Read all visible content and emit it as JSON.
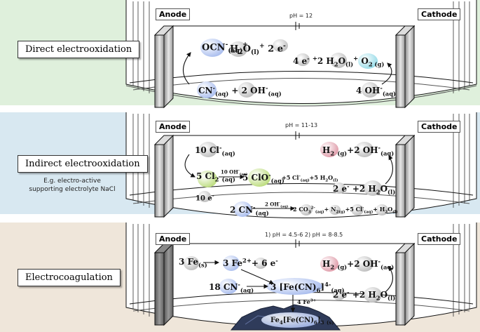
{
  "colors": {
    "panel1_bg": "#dff0dc",
    "panel2_bg": "#d8e8f1",
    "panel3_bg": "#efe6da",
    "blue_bubble": "#b9c9ee",
    "green_bubble": "#c7e38e",
    "red_bubble": "#e6a9b4",
    "cyan_bubble": "#a9e4ee",
    "grey_bubble": "#cfcfcf"
  },
  "panels": [
    {
      "label": "Direct electrooxidation",
      "anode": "Anode",
      "cathode": "Cathode",
      "ph": "pH = 12",
      "species": {
        "ocn": "OCN",
        "h2o_plus": "H2O(l)+ 2 e",
        "cathode_rxn": "4 e + 2 H2O(l) + O2 (g)",
        "cn_rxn": "CN(aq) + 2 OH(aq)",
        "oh": "4 OH(aq)"
      }
    },
    {
      "label": "Indirect electrooxidation",
      "note": "E.g. electro-active\nsupporting electrolyte NaCl",
      "anode": "Anode",
      "cathode": "Cathode",
      "ph": "pH = 11-13",
      "species": {
        "cl": "10 Cl(aq)",
        "cl2": "5 Cl2 (aq)",
        "oh10": "10 OH(aq)",
        "clo": "5 ClO(aq) + 5 Cl(aq) + 5 H2O(l)",
        "e10": "10 e",
        "cn2": "2 CN(aq)",
        "oh2": "2 OH(aq)",
        "products": "2 CO3(aq) + N2 (g) + 5 Cl(aq) + H2O(l)",
        "h2": "H2 (g) + 2 OH(aq)",
        "cath_rxn": "2 e + 2 H2O(l)"
      }
    },
    {
      "label": "Electrocoagulation",
      "anode": "Anode",
      "cathode": "Cathode",
      "ph": "1) pH = 4.5-6  2) pH = 8-8.5",
      "species": {
        "fe": "3 Fe(s)",
        "fe2": "3 Fe2+ + 6 e",
        "cn18": "18 CN(aq)",
        "fecn": "3 [Fe(CN)6]4-(aq)",
        "fe3": "4 Fe3+",
        "prussian": "Fe4[Fe(CN)6]3 (s)",
        "h2": "H2 (g) + 2 OH(aq)",
        "cath_rxn": "2 e + 2 H2O(l)"
      }
    }
  ]
}
